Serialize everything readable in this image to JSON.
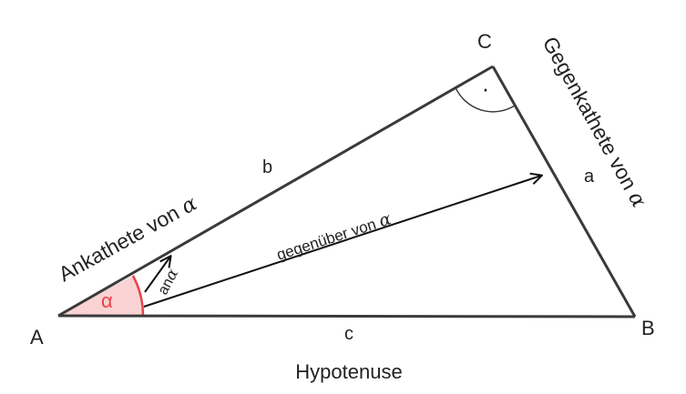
{
  "vertices": {
    "a": "A",
    "b": "B",
    "c": "C"
  },
  "sides": {
    "a": "a",
    "b": "b",
    "c": "c"
  },
  "angle": {
    "symbol": "α"
  },
  "labels": {
    "adjacent_prefix": "Ankathete von ",
    "opposite_side_prefix": "Gegenkathete von ",
    "opposite_prefix": "gegenüber von ",
    "an_prefix": "an",
    "alpha": "α",
    "hypotenuse": "Hypotenuse"
  },
  "right_angle_mark": "·",
  "colors": {
    "stroke": "#3a3a3a",
    "angle_fill": "#f9d3d3",
    "angle_stroke": "#e8434a",
    "angle_label": "#e8434a",
    "text": "#222222"
  }
}
